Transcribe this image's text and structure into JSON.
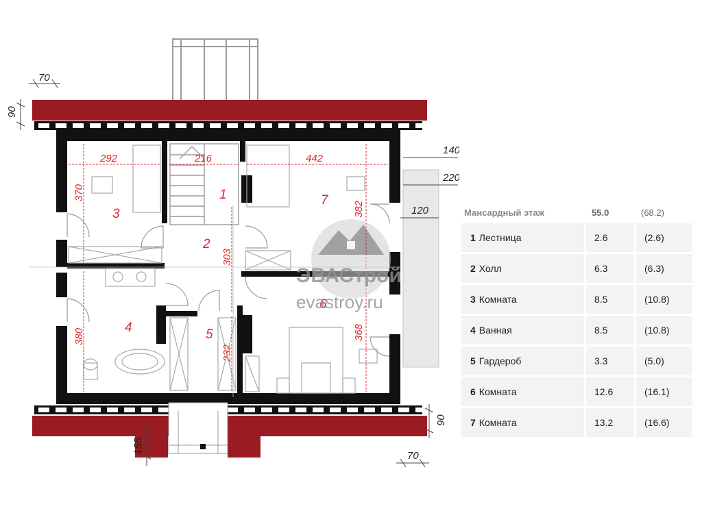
{
  "plan": {
    "dims": {
      "top_overhang": "70",
      "left_overhang": "90",
      "right_overhang": "90",
      "bottom_overhang": "70",
      "porch_depth": "155",
      "balcony_140": "140 cm",
      "balcony_220": "220 cm",
      "balcony_width": "120"
    },
    "room_dims": {
      "r3_width": "292",
      "r1_width": "216",
      "r7_width": "442",
      "r3_depth": "370",
      "r7_depth": "382",
      "r2_depth": "303",
      "r4_depth": "380",
      "r5_depth": "232",
      "r6_depth": "368"
    },
    "room_numbers": [
      "1",
      "2",
      "3",
      "4",
      "5",
      "6",
      "7"
    ],
    "watermark": {
      "name": "ЭВАСтрой",
      "site": "evastroy.ru"
    },
    "colors": {
      "roof": "#9b1b22",
      "wall": "#111111",
      "dim_red": "#e2262d"
    }
  },
  "area_table": {
    "header": {
      "title": "Мансардный этаж",
      "area": "55.0",
      "total": "(68.2)"
    },
    "rows": [
      {
        "num": "1",
        "name": "Лестница",
        "area": "2.6",
        "total": "(2.6)"
      },
      {
        "num": "2",
        "name": "Холл",
        "area": "6.3",
        "total": "(6.3)"
      },
      {
        "num": "3",
        "name": "Комната",
        "area": "8.5",
        "total": "(10.8)"
      },
      {
        "num": "4",
        "name": "Ванная",
        "area": "8.5",
        "total": "(10.8)"
      },
      {
        "num": "5",
        "name": "Гардероб",
        "area": "3.3",
        "total": "(5.0)"
      },
      {
        "num": "6",
        "name": "Комната",
        "area": "12.6",
        "total": "(16.1)"
      },
      {
        "num": "7",
        "name": "Комната",
        "area": "13.2",
        "total": "(16.6)"
      }
    ]
  }
}
